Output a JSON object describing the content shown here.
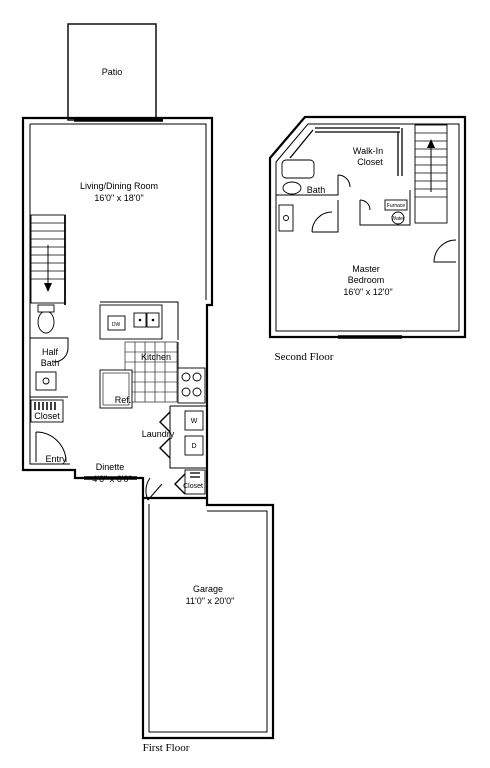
{
  "first_floor": {
    "caption": "First Floor",
    "rooms": {
      "patio": "Patio",
      "living_name": "Living/Dining Room",
      "living_dims": "16'0\" x 18'0\"",
      "kitchen": "Kitchen",
      "half_bath_1": "Half",
      "half_bath_2": "Bath",
      "closet_hall": "Closet",
      "refrigerator": "Ref.",
      "laundry": "Laundry",
      "washer": "W",
      "dryer": "D",
      "entry": "Entry",
      "dinette_name": "Dinette",
      "dinette_dims": "4'6\" x 6'0\"",
      "closet_garage": "Closet",
      "dishwasher": "DW",
      "garage_name": "Garage",
      "garage_dims": "11'0\" x 20'0\""
    }
  },
  "second_floor": {
    "caption": "Second Floor",
    "rooms": {
      "walkin_1": "Walk-In",
      "walkin_2": "Closet",
      "bath": "Bath",
      "furnace": "Furnace",
      "water_heater": "Water",
      "master_1": "Master",
      "master_2": "Bedroom",
      "master_dims": "16'0\" x 12'0\""
    }
  }
}
